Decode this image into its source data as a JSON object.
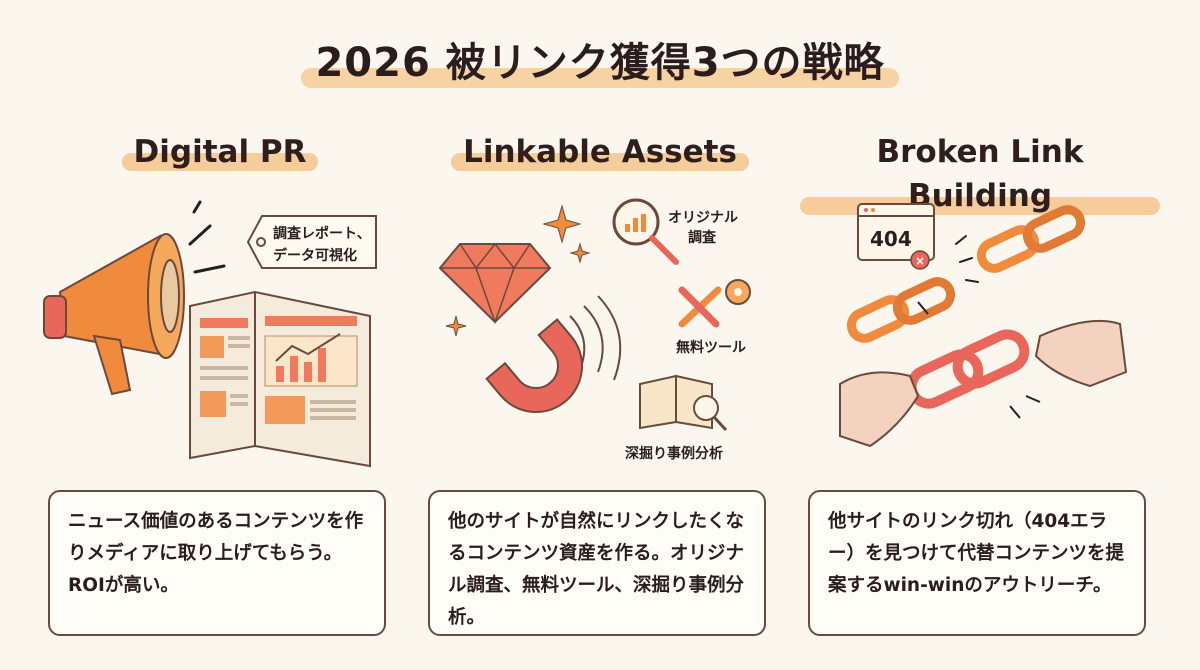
{
  "title": "2026 被リンク獲得3つの戦略",
  "strategies": [
    {
      "heading": "Digital PR",
      "tag_line1": "調査レポート、",
      "tag_line2": "データ可視化",
      "description": "ニュース価値のあるコンテンツを作りメディアに取り上げてもらう。ROIが高い。"
    },
    {
      "heading": "Linkable Assets",
      "label_research_line1": "オリジナル",
      "label_research_line2": "調査",
      "label_tools": "無料ツール",
      "label_casestudy": "深掘り事例分析",
      "description": "他のサイトが自然にリンクしたくなるコンテンツ資産を作る。オリジナル調査、無料ツール、深掘り事例分析。"
    },
    {
      "heading": "Broken Link Building",
      "error_code": "404",
      "description": "他サイトのリンク切れ（404エラー）を見つけて代替コンテンツを提案するwin-winのアウトリーチ。"
    }
  ],
  "colors": {
    "accent_orange": "#f08a3c",
    "highlight": "#f4c084",
    "coral": "#e8675a",
    "ink": "#2b1d1d"
  }
}
